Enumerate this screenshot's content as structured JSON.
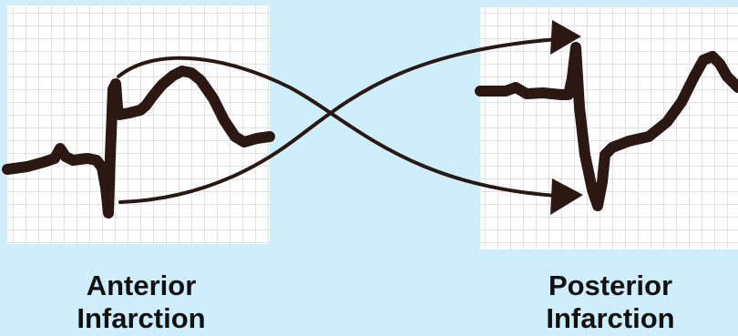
{
  "panels": {
    "anterior": {
      "caption_line1": "Anterior",
      "caption_line2": "Infarction"
    },
    "posterior": {
      "caption_line1": "Posterior",
      "caption_line2": "Infarction"
    }
  },
  "colors": {
    "background": "#cdeefa",
    "grid_paper": "#ffffff",
    "grid_line": "#c4c4c4",
    "trace": "#2b1812"
  }
}
